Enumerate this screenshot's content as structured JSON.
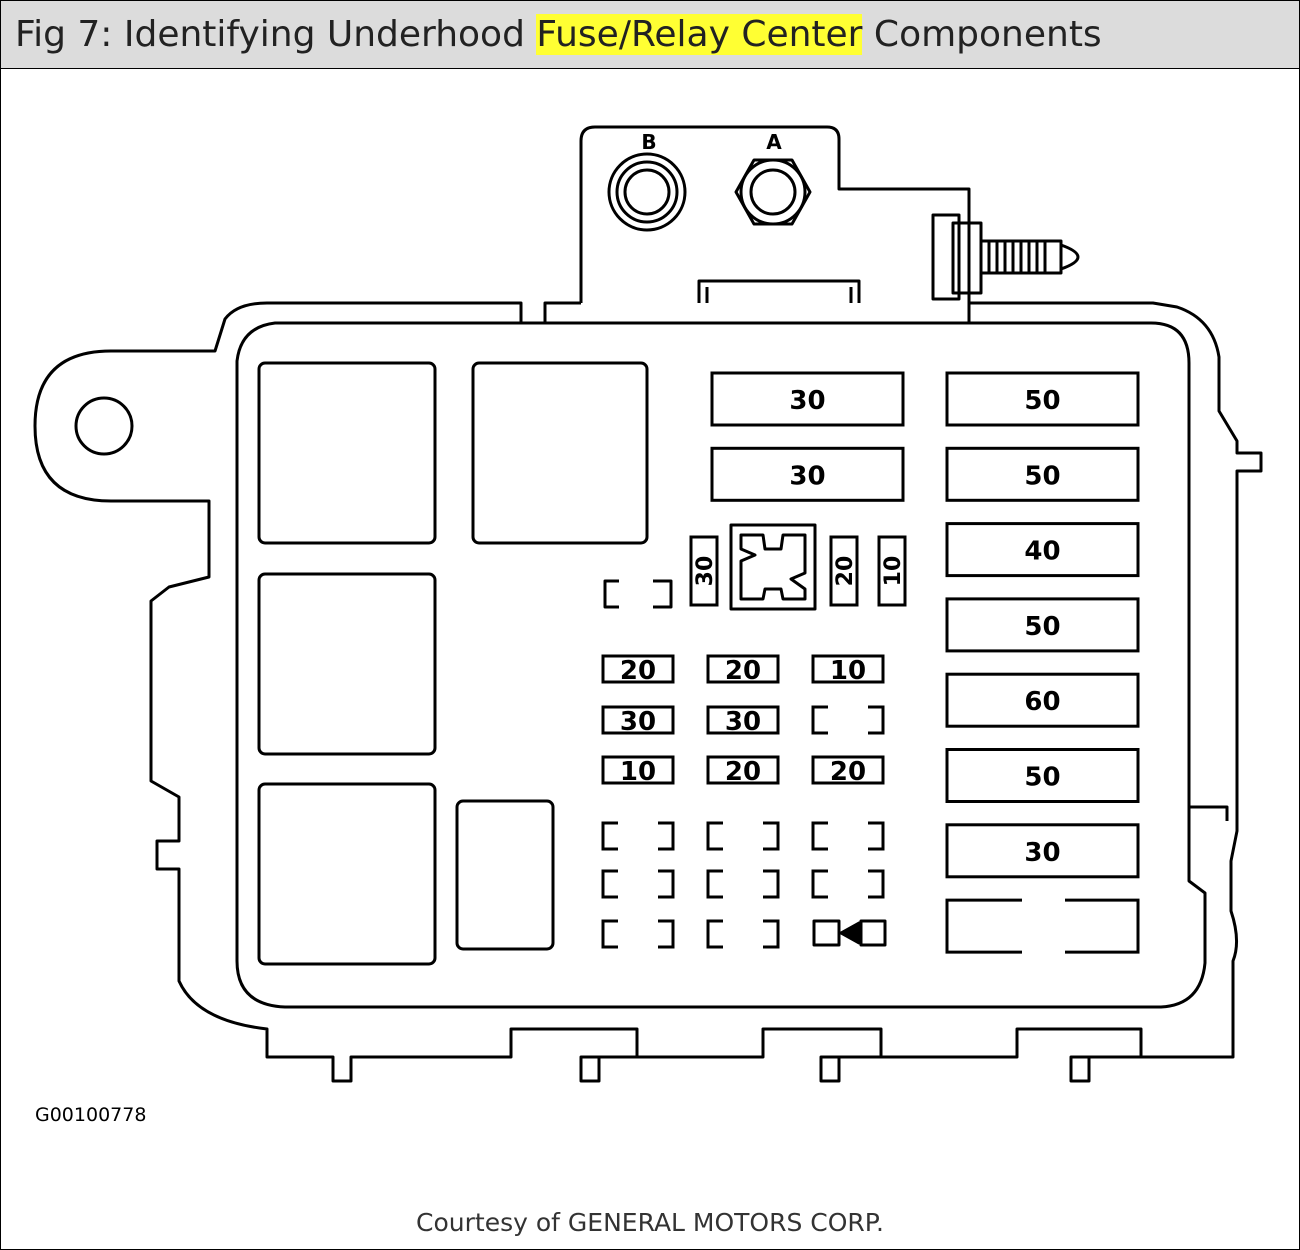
{
  "title": {
    "prefix": "Fig 7: Identifying Underhood ",
    "highlight": "Fuse/Relay Center",
    "suffix": " Components",
    "highlight_color": "#ffff33"
  },
  "terminals": {
    "b": "B",
    "a": "A"
  },
  "large_fuses": [
    {
      "label": "30",
      "column": "center",
      "row": 1
    },
    {
      "label": "30",
      "column": "center",
      "row": 2
    },
    {
      "label": "50",
      "column": "right",
      "row": 1
    },
    {
      "label": "50",
      "column": "right",
      "row": 2
    },
    {
      "label": "40",
      "column": "right",
      "row": 3
    },
    {
      "label": "50",
      "column": "right",
      "row": 4
    },
    {
      "label": "60",
      "column": "right",
      "row": 5
    },
    {
      "label": "50",
      "column": "right",
      "row": 6
    },
    {
      "label": "30",
      "column": "right",
      "row": 7
    },
    {
      "label": "",
      "column": "right",
      "row": 8
    }
  ],
  "vertical_fuses": [
    "30",
    "20",
    "10"
  ],
  "mini_fuse_grid": [
    [
      "20",
      "20",
      "10"
    ],
    [
      "30",
      "30",
      ""
    ],
    [
      "10",
      "20",
      "20"
    ],
    [
      "",
      "",
      ""
    ],
    [
      "",
      "",
      ""
    ],
    [
      "",
      "",
      ""
    ]
  ],
  "figure_id": "G00100778",
  "courtesy": "Courtesy of GENERAL MOTORS CORP."
}
